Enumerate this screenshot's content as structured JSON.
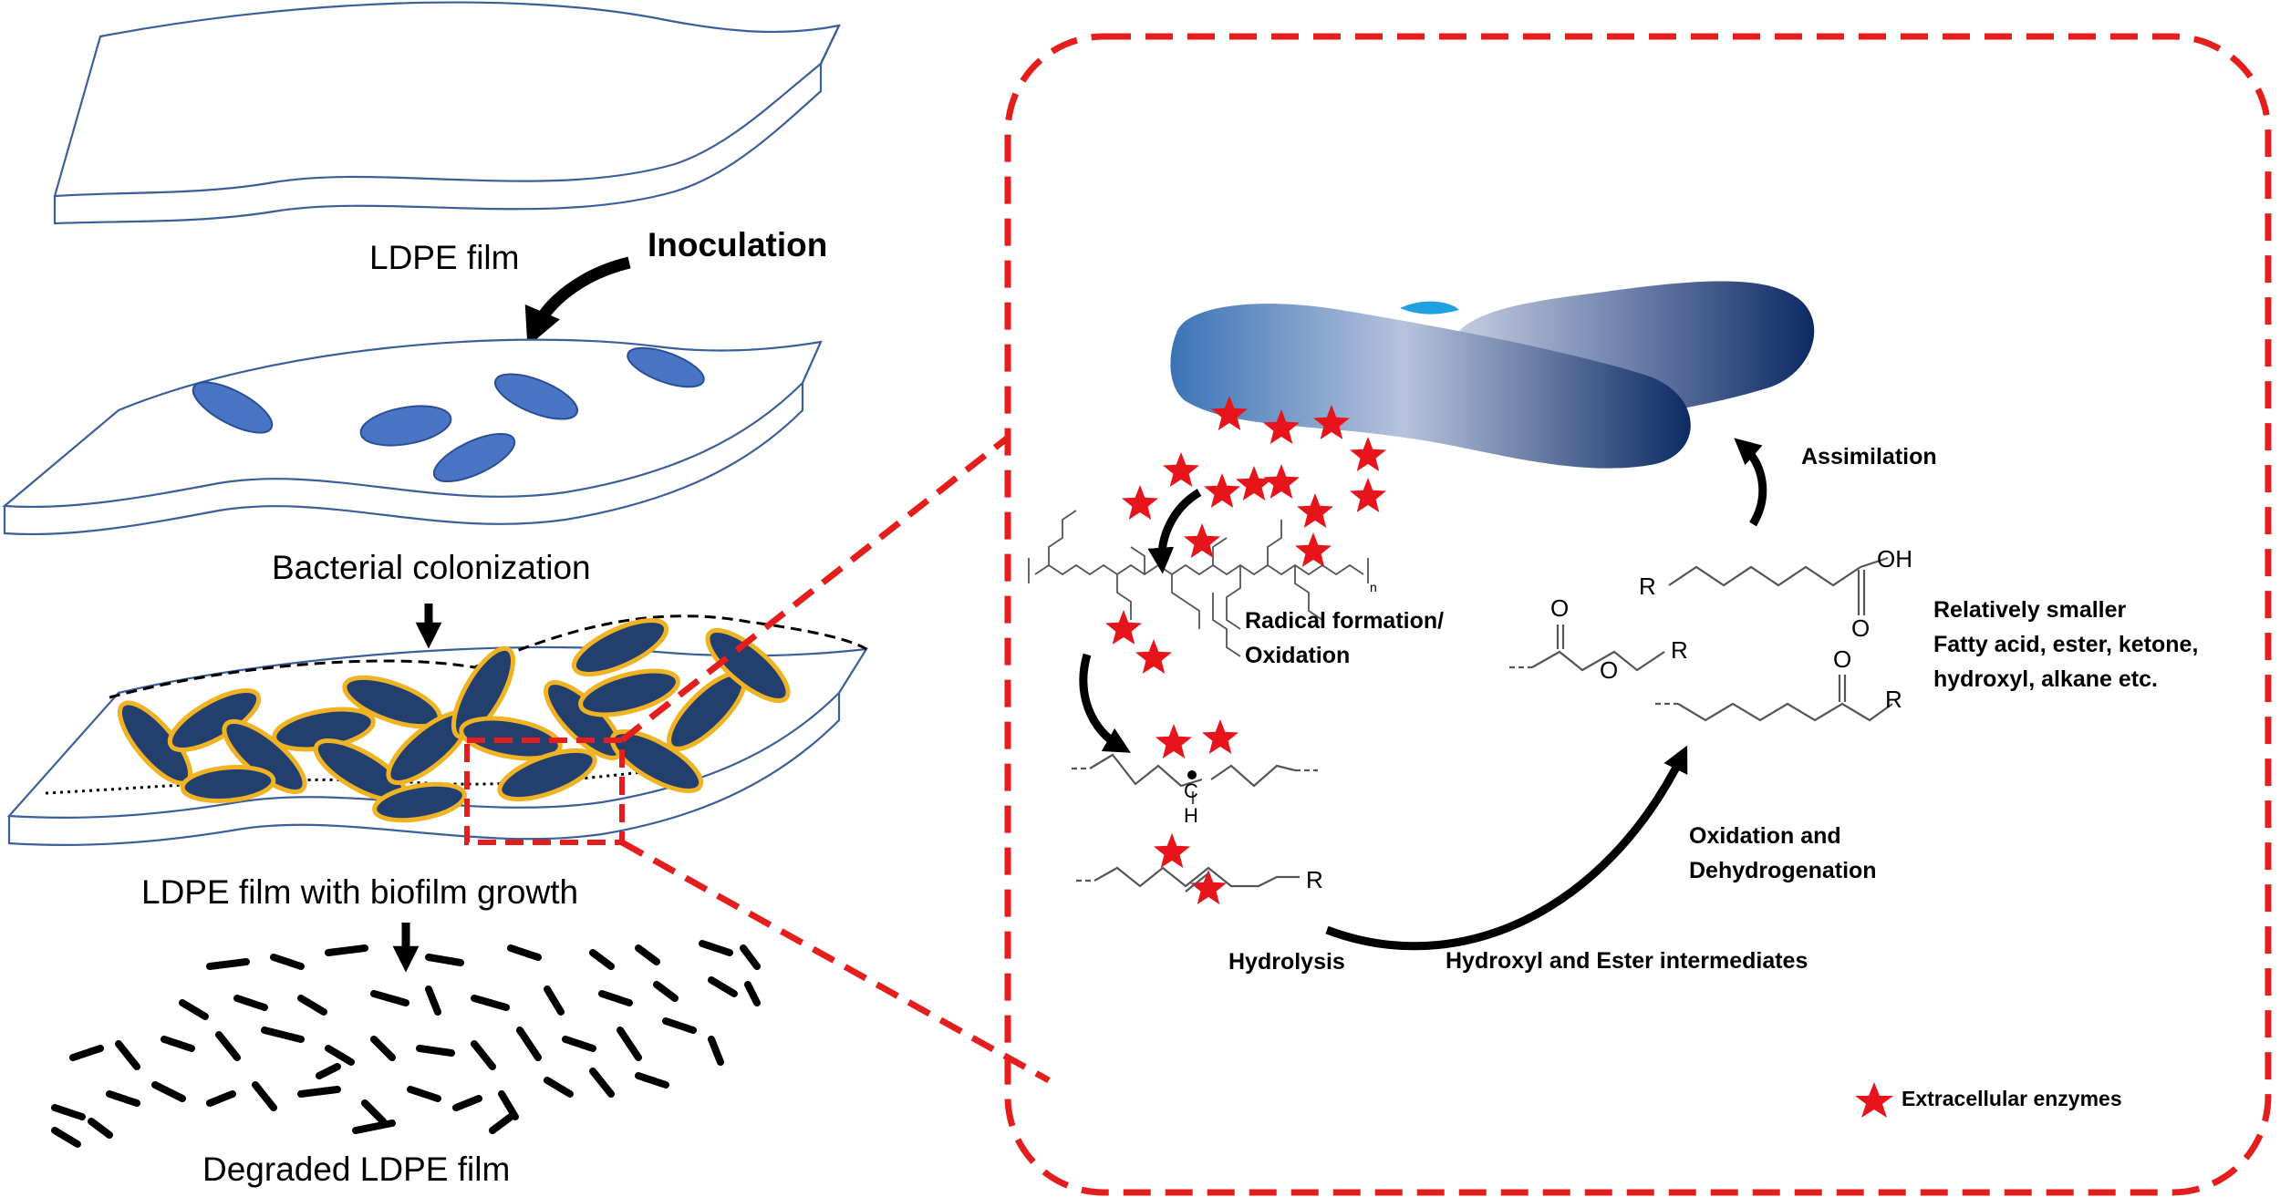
{
  "left_panel": {
    "film_label": "LDPE film",
    "inoculation_label": "Inoculation",
    "colonization_label": "Bacterial colonization",
    "biofilm_label": "LDPE film with biofilm growth",
    "degraded_label": "Degraded LDPE film"
  },
  "right_panel": {
    "radical_line1": "Radical formation/",
    "radical_line2": "Oxidation",
    "assimilation": "Assimilation",
    "products_line1": "Relatively smaller",
    "products_line2": "Fatty acid, ester, ketone,",
    "products_line3": "hydroxyl, alkane etc.",
    "oxdehyd_line1": "Oxidation and",
    "oxdehyd_line2": "Dehydrogenation",
    "hydrolysis": "Hydrolysis",
    "intermediates": "Hydroxyl and Ester intermediates",
    "legend": "Extracellular enzymes"
  },
  "chemistry": {
    "R": "R",
    "OH": "OH",
    "O": "O",
    "C": "C",
    "H": "H",
    "n": "n"
  },
  "colors": {
    "dashed_red": "#e41d1d",
    "star_red": "#e8141b",
    "bacteria_blue": "#4a74c4",
    "biofilm_dark": "#233f6e",
    "biofilm_outline": "#f0b323",
    "film_outline": "#3a5f9a"
  }
}
